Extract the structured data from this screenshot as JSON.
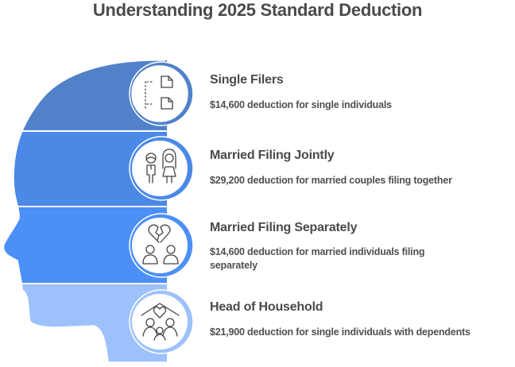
{
  "title": "Understanding 2025 Standard Deduction",
  "colors": {
    "band_1": "#5181c9",
    "band_2": "#4b89e6",
    "band_3": "#4c8ff6",
    "band_4": "#9dc1fb",
    "text": "#4a4a4a",
    "icon_stroke": "#444444"
  },
  "items": [
    {
      "heading": "Single Filers",
      "description": "$14,600 deduction for single individuals",
      "icon": "documents-icon"
    },
    {
      "heading": "Married Filing Jointly",
      "description": "$29,200 deduction for married couples filing together",
      "icon": "couple-icon"
    },
    {
      "heading": "Married Filing Separately",
      "description": "$14,600 deduction for married individuals filing separately",
      "icon": "broken-heart-couple-icon"
    },
    {
      "heading": "Head of Household",
      "description": "$21,900 deduction for single individuals with dependents",
      "icon": "family-home-icon"
    }
  ]
}
